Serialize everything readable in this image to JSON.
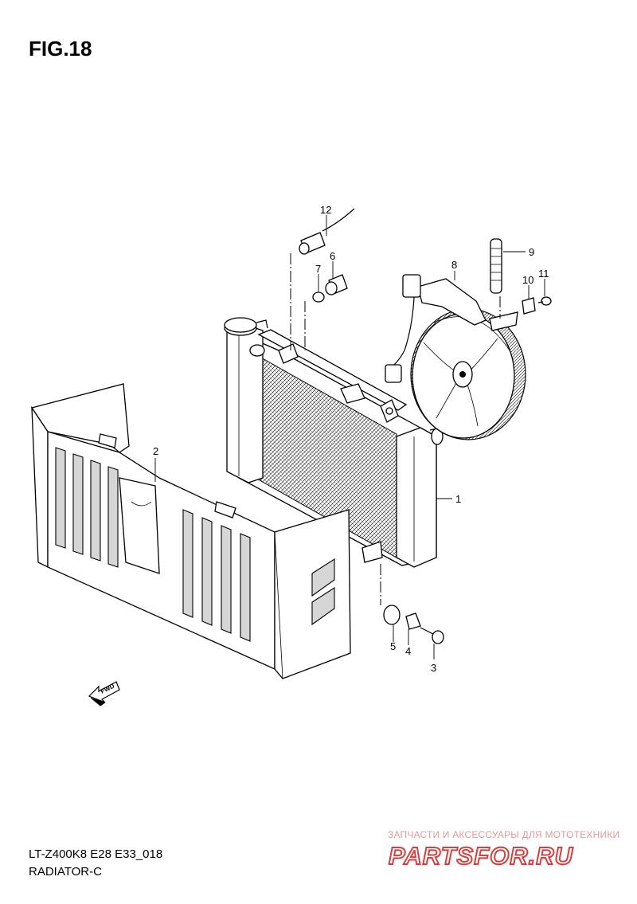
{
  "figure": {
    "title": "FIG.18"
  },
  "footer": {
    "code": "LT-Z400K8 E28 E33_018",
    "name": "RADIATOR-C"
  },
  "watermark": {
    "caption": "ЗАПЧАСТИ И АКСЕССУАРЫ ДЛЯ МОТОТЕХНИКИ",
    "logo": "PARTSFOR.RU"
  },
  "direction_badge": "FWD",
  "callouts": [
    "1",
    "2",
    "3",
    "4",
    "5",
    "6",
    "7",
    "8",
    "9",
    "10",
    "11",
    "12"
  ]
}
